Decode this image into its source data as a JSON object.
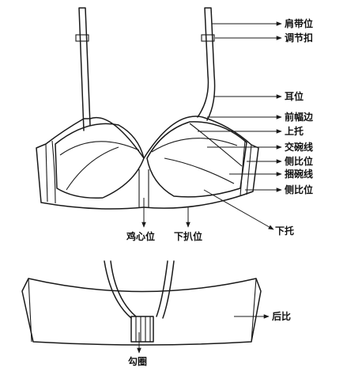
{
  "labels": {
    "shoulder_strap": "肩带位",
    "adjust_buckle": "调节扣",
    "ear": "耳位",
    "front_edge": "前幅边",
    "upper_cup": "上托",
    "cross_seam": "交碗线",
    "side_panel_1": "侧比位",
    "cup_seam": "捆碗线",
    "side_panel_2": "侧比位",
    "lower_cup": "下托",
    "center_gore": "鸡心位",
    "under_band": "下扒位",
    "back_band": "后比",
    "hook_eye": "勾圈"
  }
}
